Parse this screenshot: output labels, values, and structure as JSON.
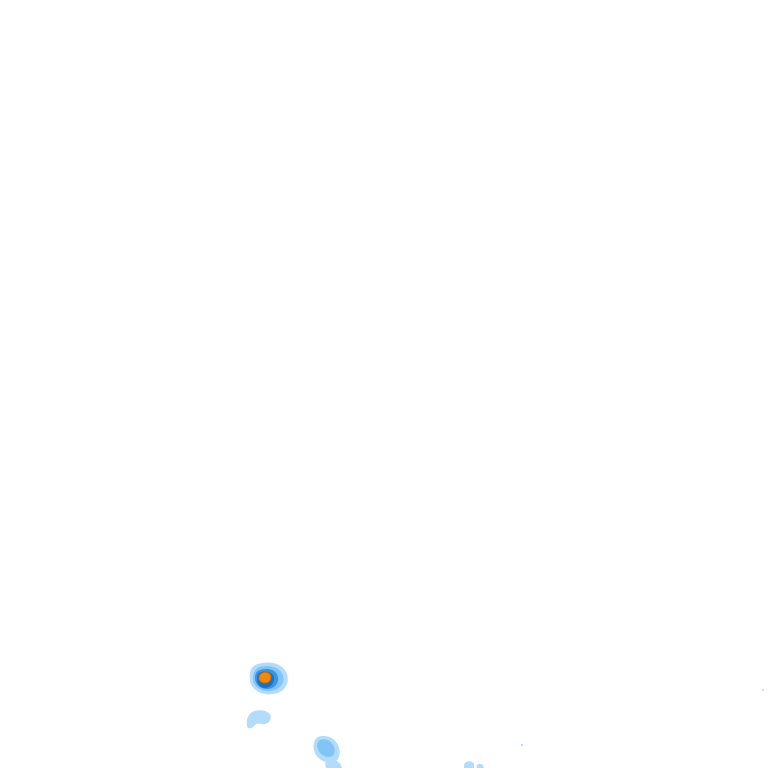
{
  "legend_colors": {
    "light": "#b3dcfb",
    "medium": "#82c4f4",
    "strong": "#3a96e3",
    "core": "#1f6fc1",
    "peak": "#f0890f",
    "peak_outline": "#c46a06"
  },
  "cells": [
    {
      "id": "cell-1",
      "intensity": "peak"
    },
    {
      "id": "cell-2",
      "intensity": "light"
    },
    {
      "id": "cell-3",
      "intensity": "medium"
    },
    {
      "id": "cell-4",
      "intensity": "light"
    },
    {
      "id": "cell-5",
      "intensity": "light"
    },
    {
      "id": "cell-6",
      "intensity": "light"
    }
  ]
}
